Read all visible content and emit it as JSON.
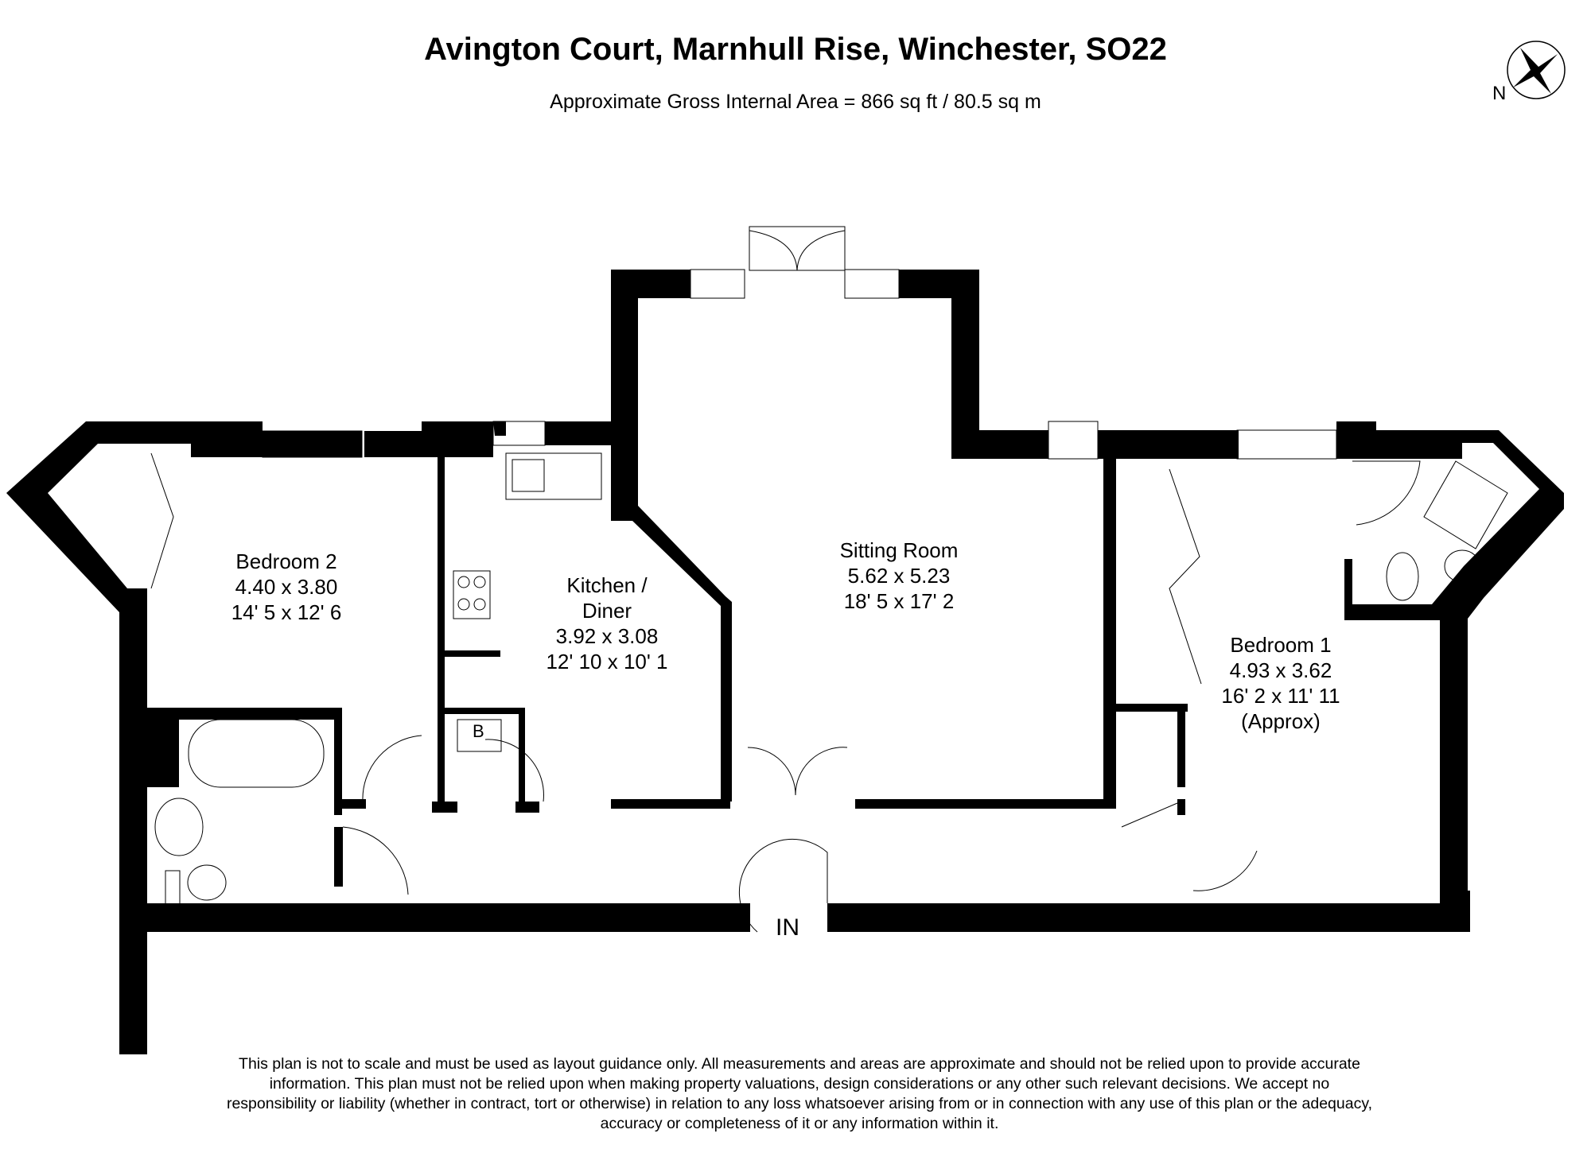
{
  "header": {
    "title": "Avington Court, Marnhull Rise, Winchester, SO22",
    "subtitle": "Approximate Gross Internal Area = 866 sq ft / 80.5 sq m"
  },
  "compass": {
    "label": "N",
    "icon": "compass-rose-icon"
  },
  "rooms": [
    {
      "name": "Bedroom 2",
      "metric": "4.40 x 3.80",
      "imperial": "14' 5 x 12' 6"
    },
    {
      "name": "Kitchen /",
      "name2": "Diner",
      "metric": "3.92 x 3.08",
      "imperial": "12' 10 x 10' 1"
    },
    {
      "name": "Sitting Room",
      "metric": "5.62 x 5.23",
      "imperial": "18' 5 x 17' 2"
    },
    {
      "name": "Bedroom 1",
      "metric": "4.93 x 3.62",
      "imperial": "16' 2 x 11' 11",
      "note": "(Approx)"
    }
  ],
  "labels": {
    "boiler": "B",
    "entrance": "IN"
  },
  "footer": {
    "disclaimer": "This plan is not to scale and must be used as layout guidance only. All measurements and areas are approximate and should not be relied upon to provide accurate information. This plan must not be relied upon when making property valuations, design considerations or any other such relevant decisions. We accept no responsibility or liability (whether in contract, tort or otherwise) in relation to any loss whatsoever arising from or in connection with any use of this plan or the adequacy, accuracy or completeness of it or any information within it."
  }
}
